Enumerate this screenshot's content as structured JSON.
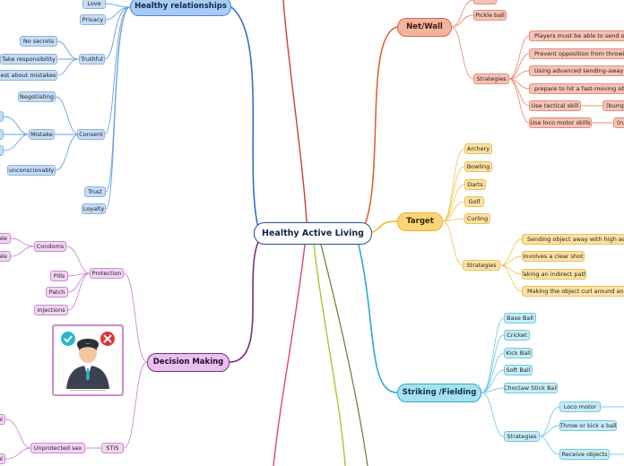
{
  "center": "Healthy Active Living",
  "branches": {
    "healthy_relationships": "Healthy relationships",
    "net_wall": "Net/Wall",
    "target": "Target",
    "striking_fielding": "Striking /Fielding",
    "decision_making": "Decision Making"
  },
  "relationships": {
    "love": "Love",
    "privacy": "Privacy",
    "truthful": "Truthful",
    "truthful_children": [
      "No secrets",
      "Take responsibility",
      "Honest about mistakes"
    ],
    "consent": "Consent",
    "negotiating": "Negotiating",
    "mistake": "Mistake",
    "unconscionably": "unconscionably",
    "trust": "Trust",
    "loyalty": "Loyalty"
  },
  "net_wall": {
    "items": [
      "Pickle ball"
    ],
    "strategies_label": "Strategies",
    "strategies": [
      "Players must be able to send object",
      "Prevent opposition from throwing th",
      "Using advanced sending-away skills,",
      "prepare to hit a fast-moving object f",
      "Use tactical skill",
      "Use loco motor skills"
    ],
    "tactical_child": "(bump)",
    "loco_child": "(ru"
  },
  "target": {
    "items": [
      "Archery",
      "Bowling",
      "Darts",
      "Golf",
      "Curling"
    ],
    "strategies_label": "Strategies",
    "strategies": [
      "Sending object away with high accuracy",
      "Involves a clear shot",
      "Taking an indirect path",
      "Making the object curl around an obstac"
    ]
  },
  "striking": {
    "items": [
      "Base Ball",
      "Cricket",
      "Kick Ball",
      "Soft Ball",
      "Choctaw Stick Ball"
    ],
    "strategies_label": "Strategies",
    "strategies": [
      "Loco motor",
      "Throw or kick a ball",
      "Receive objects"
    ]
  },
  "decision": {
    "condoms": "Condoms",
    "condom_children": [
      "ale",
      "ale"
    ],
    "protection": "Protection",
    "protection_children": [
      "Pills",
      "Patch",
      "Injections"
    ],
    "unprotected_sex": "Unprotected sex",
    "stis": "STIS",
    "unprotected_children": [
      "al",
      "al"
    ]
  },
  "colors": {
    "blue": "#2f6fd0",
    "orange": "#e0603a",
    "yellow": "#f4b52a",
    "cyan": "#2aa8d6",
    "purple": "#7a2a80",
    "green": "#a8c82a",
    "pink": "#e0408a",
    "red": "#c8452a"
  },
  "illustration": {
    "icons": [
      "check-icon",
      "cross-icon",
      "person-icon"
    ]
  }
}
